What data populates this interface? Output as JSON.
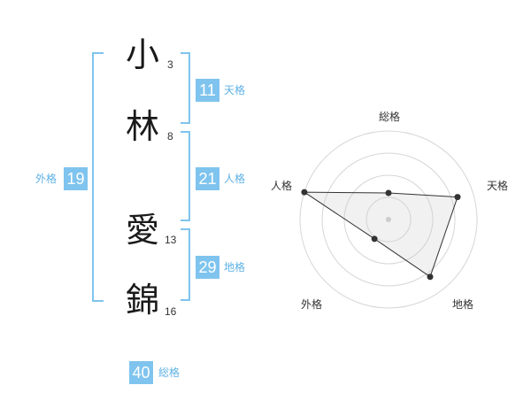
{
  "characters": [
    {
      "char": "小",
      "strokes": "3"
    },
    {
      "char": "林",
      "strokes": "8"
    },
    {
      "char": "愛",
      "strokes": "13"
    },
    {
      "char": "錦",
      "strokes": "16"
    }
  ],
  "fortunes": {
    "tenkaku": {
      "value": "11",
      "label": "天格"
    },
    "jinkaku": {
      "value": "21",
      "label": "人格"
    },
    "chikaku": {
      "value": "29",
      "label": "地格"
    },
    "gaikaku": {
      "value": "19",
      "label": "外格"
    },
    "soukaku": {
      "value": "40",
      "label": "総格"
    }
  },
  "colors": {
    "accent": "#7fc4ee",
    "accent_text": "#5fb2e6"
  },
  "chart_data": {
    "type": "radar",
    "axes": [
      "総格",
      "天格",
      "地格",
      "外格",
      "人格"
    ],
    "values": [
      0.3,
      0.82,
      0.8,
      0.27,
      1.0
    ],
    "range": [
      0,
      1
    ],
    "rings": 4
  }
}
